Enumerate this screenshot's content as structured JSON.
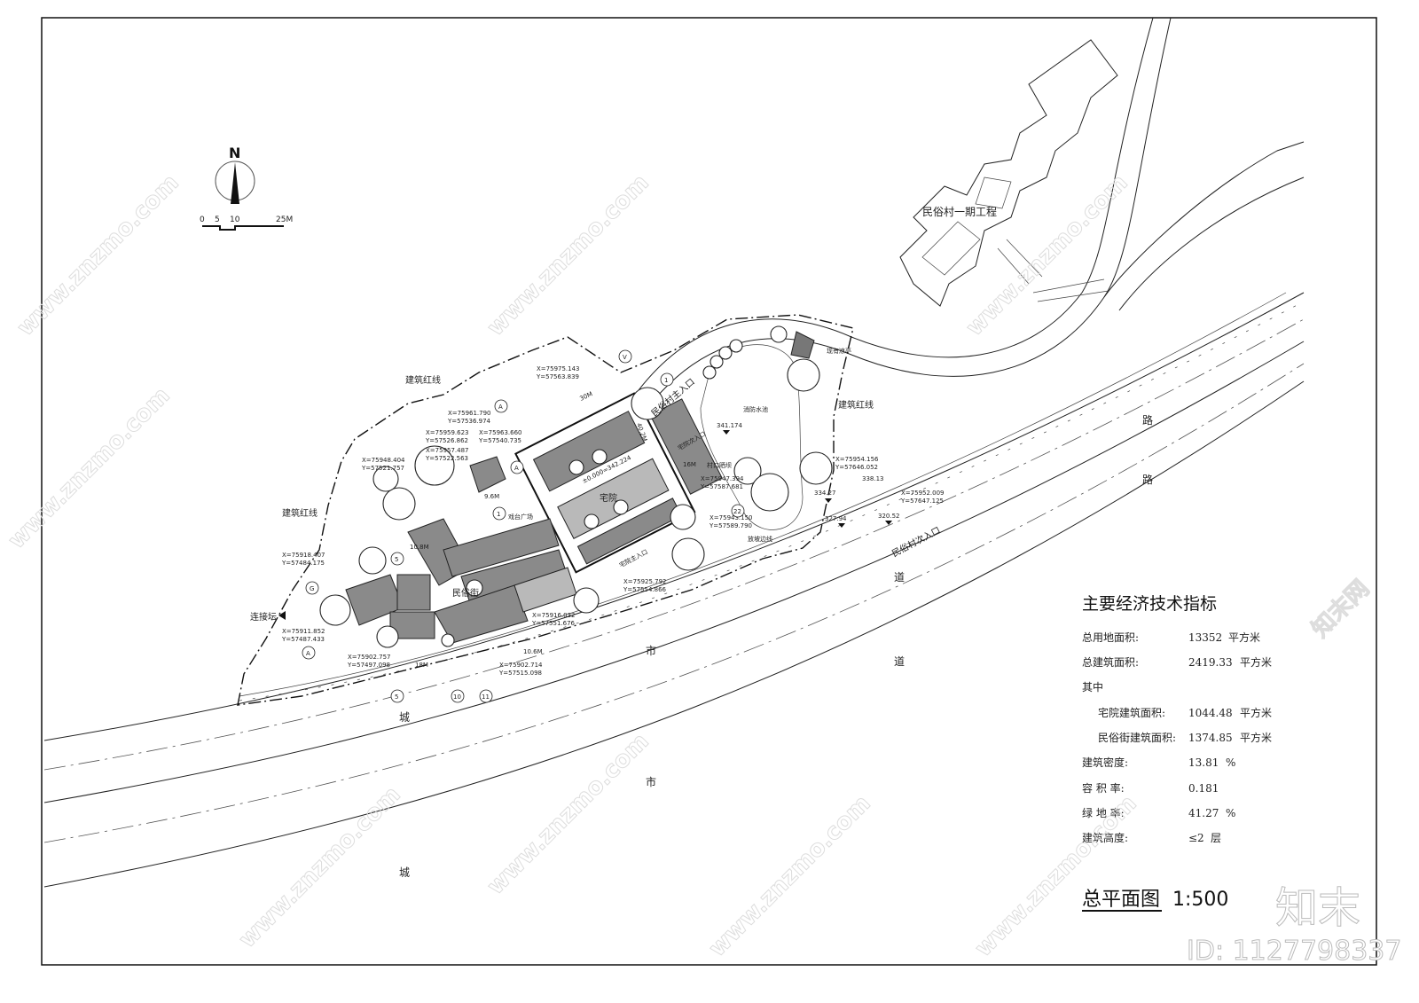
{
  "drawing": {
    "title": "总平面图",
    "scale": "1:500",
    "north": "N",
    "scale_bar": [
      "0",
      "5",
      "10",
      "25M"
    ]
  },
  "indicators": {
    "heading": "主要经济技术指标",
    "rows": [
      {
        "label": "总用地面积:",
        "value": "13352",
        "unit": "平方米"
      },
      {
        "label": "总建筑面积:",
        "value": "2419.33",
        "unit": "平方米"
      },
      {
        "label": "其中",
        "value": "",
        "unit": ""
      },
      {
        "label": "宅院建筑面积:",
        "value": "1044.48",
        "unit": "平方米"
      },
      {
        "label": "民俗街建筑面积:",
        "value": "1374.85",
        "unit": "平方米"
      },
      {
        "label": "建筑密度:",
        "value": "13.81",
        "unit": "%"
      },
      {
        "label": "容 积 率:",
        "value": "0.181",
        "unit": ""
      },
      {
        "label": "绿 地 率:",
        "value": "41.27",
        "unit": "%"
      },
      {
        "label": "建筑高度:",
        "value": "≤2",
        "unit": "层"
      }
    ]
  },
  "labels": {
    "red_line": "建筑红线",
    "phase_one": "民俗村一期工程",
    "fire_pool": "消防水池",
    "pavilion": "现有凉亭",
    "main_entrance": "民俗村主入口",
    "secondary_entrance": "民俗村次入口",
    "house_secondary_entrance": "宅院次入口",
    "house_main_entrance": "宅院主入口",
    "drying_ground": "村口晒坝",
    "stage_square": "戏台广场",
    "connector": "连接坛",
    "courtyard": "宅院",
    "folk_street": "民俗街",
    "slope_line": "放坡边线",
    "road_chars": [
      "路",
      "路",
      "道",
      "道",
      "市",
      "市",
      "城",
      "城"
    ]
  },
  "coordinates": [
    [
      "X=75975.143",
      "Y=57563.839"
    ],
    [
      "X=75961.790",
      "Y=57536.974"
    ],
    [
      "X=75963.660",
      "Y=57540.735"
    ],
    [
      "X=75959.623",
      "Y=57526.862"
    ],
    [
      "X=75957.487",
      "Y=57522.563"
    ],
    [
      "X=75948.404",
      "Y=57521.757"
    ],
    [
      "X=75918.407",
      "Y=57484.175"
    ],
    [
      "X=75911.852",
      "Y=57487.433"
    ],
    [
      "X=75902.757",
      "Y=57497.098"
    ],
    [
      "X=75902.714",
      "Y=57515.098"
    ],
    [
      "X=75916.032",
      "Y=57551.676"
    ],
    [
      "X=75925.792",
      "Y=57554.866"
    ],
    [
      "X=75943.150",
      "Y=57589.790"
    ],
    [
      "X=75947.394",
      "Y=57587.681"
    ],
    [
      "X=75954.156",
      "Y=57646.052"
    ],
    [
      "X=75952.009",
      "Y=57647.125"
    ]
  ],
  "elevations": [
    "341.174",
    "334.27",
    "327.94",
    "320.52",
    "338.13",
    "±0.000=342.224"
  ],
  "dimensions": [
    "30M",
    "9.6M",
    "10.8M",
    "18M",
    "16M",
    "40.2M",
    "10.6M"
  ],
  "grid_axes": [
    "A",
    "1",
    "5",
    "G",
    "10",
    "11",
    "22",
    "V"
  ],
  "watermark": {
    "site": "www.znzmo.com",
    "brand": "知末",
    "brand_small": "知末网",
    "id": "ID: 1127798337"
  }
}
